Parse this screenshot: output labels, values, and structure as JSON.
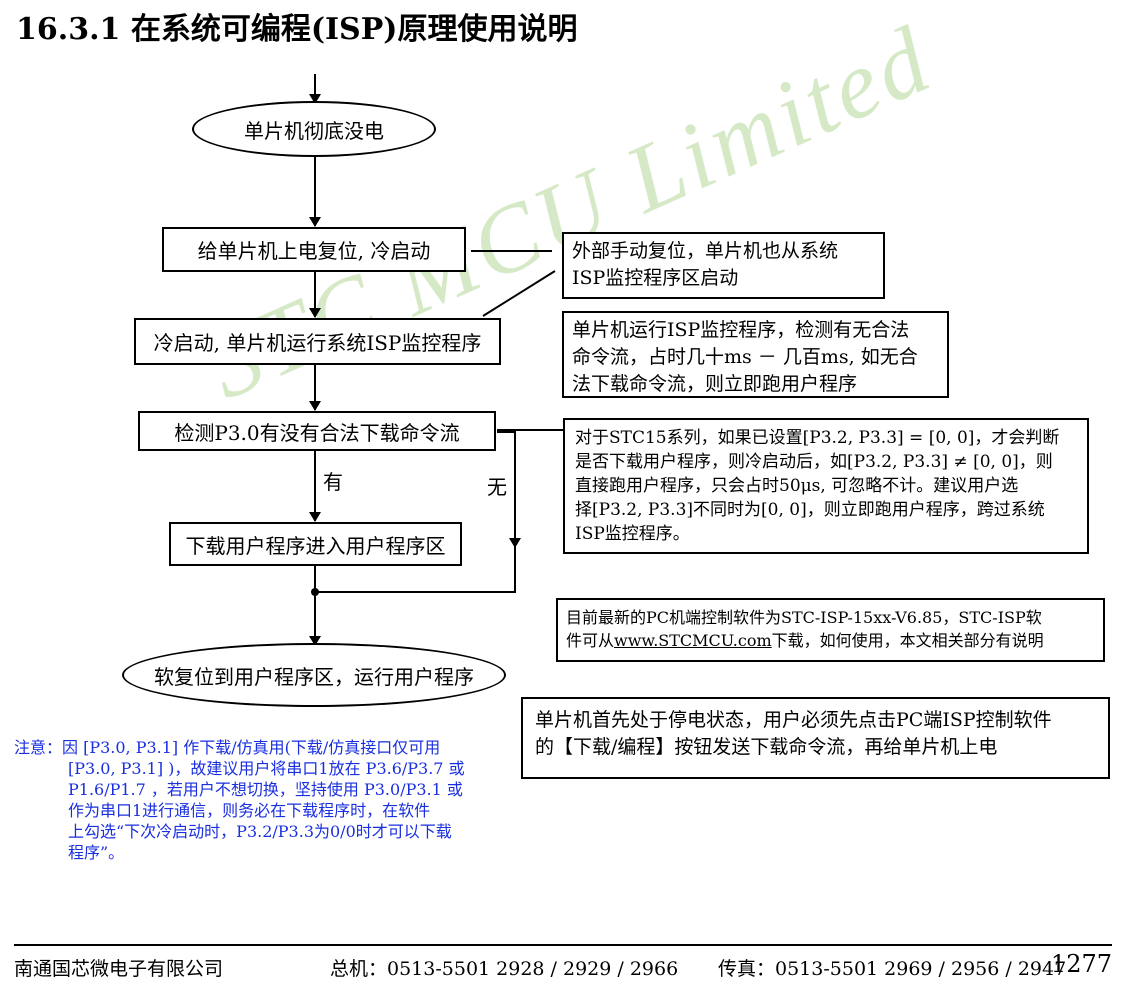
{
  "title": "16.3.1 在系统可编程(ISP)原理使用说明",
  "watermark": "STC MCU Limited",
  "flow": {
    "power_off": "单片机彻底没电",
    "power_on_reset": "给单片机上电复位, 冷启动",
    "run_isp": "冷启动, 单片机运行系统ISP监控程序",
    "detect": "检测P3.0有没有合法下载命令流",
    "download": "下载用户程序进入用户程序区",
    "soft_reset": "软复位到用户程序区，运行用户程序",
    "yes_label": "有",
    "no_label": "无"
  },
  "notes": {
    "manual_reset": [
      "外部手动复位，单片机也从系统",
      "ISP监控程序区启动"
    ],
    "isp_check": [
      "单片机运行ISP监控程序，检测有无合法",
      "命令流，占时几十ms － 几百ms, 如无合",
      "法下载命令流，则立即跑用户程序"
    ],
    "stc15": [
      "对于STC15系列，如果已设置[P3.2, P3.3] = [0, 0]，才会判断",
      "是否下载用户程序，则冷启动后，如[P3.2, P3.3] ≠ [0, 0]，则",
      "直接跑用户程序，只会占时50μs, 可忽略不计。建议用户选",
      "择[P3.2, P3.3]不同时为[0, 0]，则立即跑用户程序，跨过系统",
      "ISP监控程序。"
    ],
    "software_prefix": "目前最新的PC机端控制软件为STC-ISP-15xx-V6.85，STC-ISP软",
    "software_line2_pre": "件可从",
    "software_link": "www.STCMCU.com",
    "software_line2_post": "下载，如何使用，本文相关部分有说明",
    "power_state": [
      "单片机首先处于停电状态，用户必须先点击PC端ISP控制软件",
      "的【下载/编程】按钮发送下载命令流，再给单片机上电"
    ]
  },
  "caution": [
    "注意：因 [P3.0, P3.1] 作下载/仿真用(下载/仿真接口仅可用",
    "[P3.0, P3.1] )，故建议用户将串口1放在 P3.6/P3.7 或",
    "P1.6/P1.7 ，若用户不想切换，坚持使用 P3.0/P3.1 或",
    "作为串口1进行通信，则务必在下载程序时，在软件",
    "上勾选“下次冷启动时，P3.2/P3.3为0/0时才可以下载",
    "程序”。"
  ],
  "footer": {
    "company": "南通国芯微电子有限公司",
    "phone": "总机：0513-5501 2928 / 2929 / 2966",
    "fax": "传真：0513-5501 2969 / 2956 / 2947",
    "page": "1277"
  },
  "colors": {
    "watermark": "#c8e2b4",
    "caution": "#1a2fe0"
  }
}
